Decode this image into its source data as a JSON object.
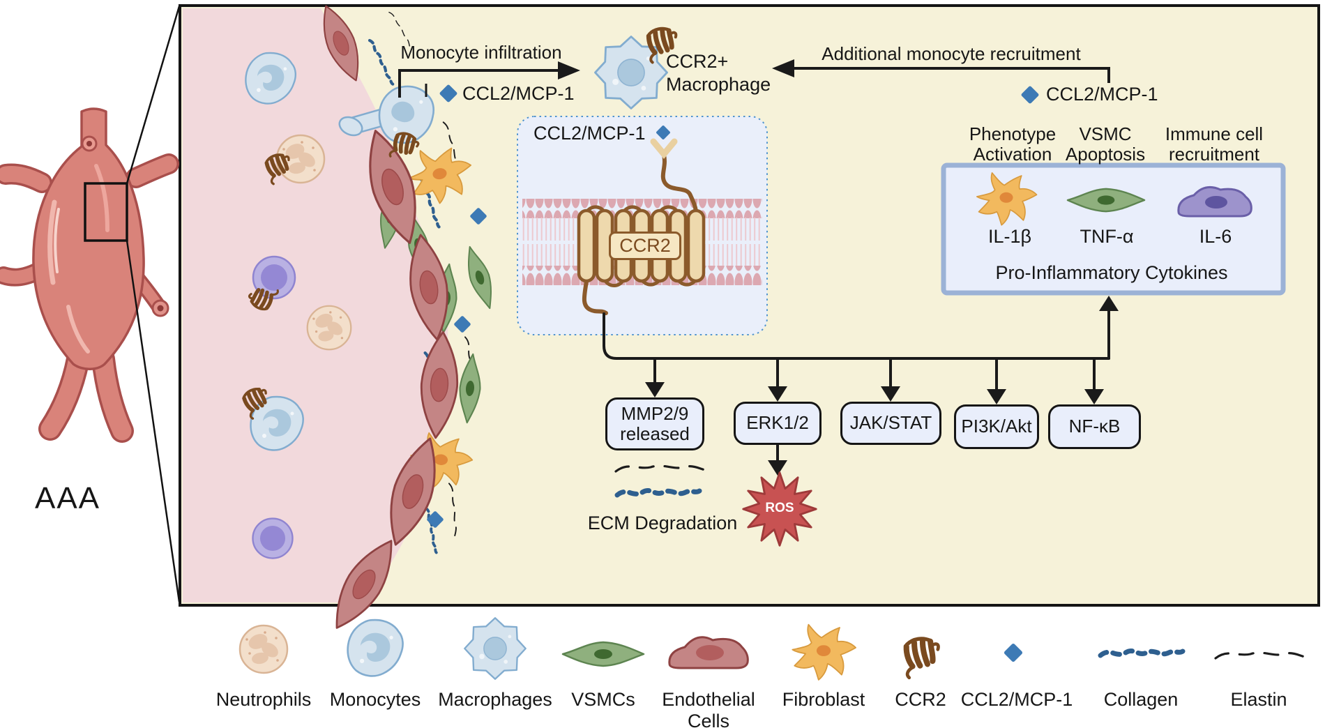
{
  "title_label": "AAA",
  "top": {
    "monocyte_infiltration": "Monocyte infiltration",
    "ccl2_left": "CCL2/MCP-1",
    "macrophage_line1": "CCR2+",
    "macrophage_line2": "Macrophage",
    "additional_recruitment": "Additional monocyte recruitment",
    "ccl2_right": "CCL2/MCP-1"
  },
  "receptor": {
    "ligand": "CCL2/MCP-1",
    "name": "CCR2"
  },
  "cytokines": {
    "headers": [
      {
        "line1": "Phenotype",
        "line2": "Activation"
      },
      {
        "line1": "VSMC",
        "line2": "Apoptosis"
      },
      {
        "line1": "Immune cell",
        "line2": "recruitment"
      }
    ],
    "items": [
      "IL-1β",
      "TNF-α",
      "IL-6"
    ],
    "caption": "Pro-Inflammatory Cytokines"
  },
  "pathways": [
    {
      "line1": "MMP2/9",
      "line2": "released"
    },
    {
      "line1": "ERK1/2",
      "line2": ""
    },
    {
      "line1": "JAK/STAT",
      "line2": ""
    },
    {
      "line1": "PI3K/Akt",
      "line2": ""
    },
    {
      "line1": "NF-κB",
      "line2": ""
    }
  ],
  "outcomes": {
    "ecm": "ECM Degradation",
    "ros": "ROS"
  },
  "legend": [
    {
      "label1": "Neutrophils",
      "label2": ""
    },
    {
      "label1": "Monocytes",
      "label2": ""
    },
    {
      "label1": "Macrophages",
      "label2": ""
    },
    {
      "label1": "VSMCs",
      "label2": ""
    },
    {
      "label1": "Endothelial",
      "label2": "Cells"
    },
    {
      "label1": "Fibroblast",
      "label2": ""
    },
    {
      "label1": "CCR2",
      "label2": ""
    },
    {
      "label1": "CCL2/MCP-1",
      "label2": ""
    },
    {
      "label1": "Collagen",
      "label2": ""
    },
    {
      "label1": "Elastin",
      "label2": ""
    }
  ],
  "colors": {
    "panel_bg": "#f6f2d9",
    "lumen_pink": "#f2d9dc",
    "accent_blue": "#3d7ab5",
    "collagen_blue": "#2e5f8f",
    "box_bg": "#e9eefb",
    "cytokine_border": "#9bb2d6",
    "ros_red": "#c85252",
    "ccr2_brown": "#7a4a1f",
    "membrane_pink": "#dca8b1",
    "helix_tan": "#eed9ad"
  }
}
